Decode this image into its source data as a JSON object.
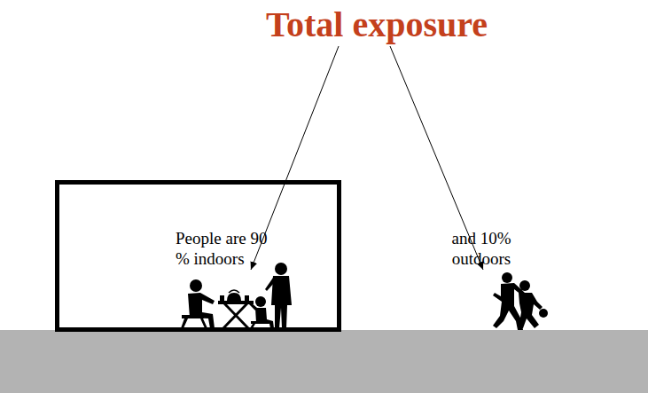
{
  "diagram": {
    "title": "Total exposure",
    "labels": [
      "People are 90 % indoors",
      "and 10% outdoors"
    ]
  }
}
